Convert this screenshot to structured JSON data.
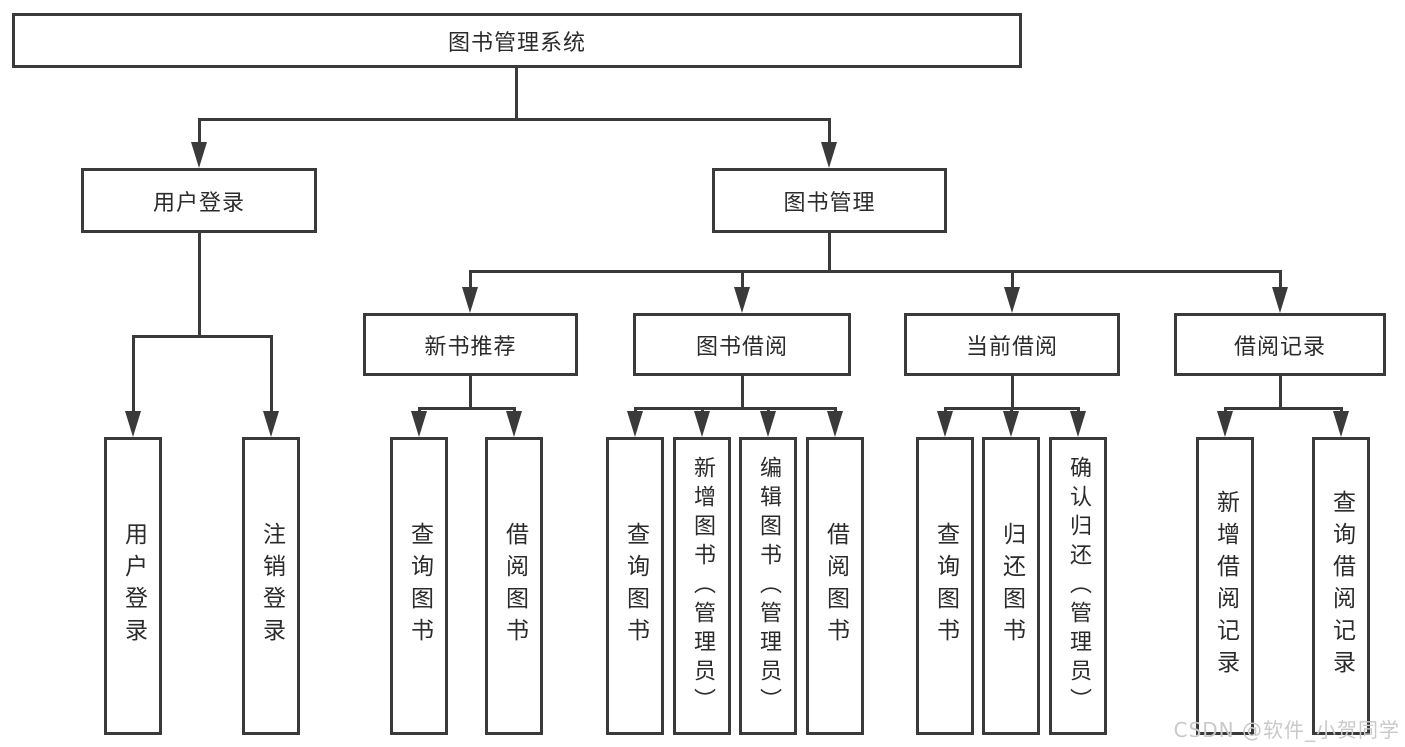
{
  "diagram": {
    "type": "hierarchy-tree",
    "levels": 4
  },
  "nodes": {
    "root": "图书管理系统",
    "user_login": "用户登录",
    "book_mgmt": "图书管理",
    "new_book_rec": "新书推荐",
    "book_borrow": "图书借阅",
    "current_borrow": "当前借阅",
    "borrow_records": "借阅记录",
    "leaf_user_login": "用户登录",
    "leaf_logout": "注销登录",
    "leaf_query_book_rec": "查询图书",
    "leaf_borrow_book_rec": "借阅图书",
    "leaf_query_book_borrow": "查询图书",
    "leaf_add_book": "新增图书（管理员）",
    "leaf_edit_book": "编辑图书（管理员）",
    "leaf_borrow_book_borrow": "借阅图书",
    "leaf_query_book_current": "查询图书",
    "leaf_return_book": "归还图书",
    "leaf_confirm_return": "确认归还（管理员）",
    "leaf_add_record": "新增借阅记录",
    "leaf_query_record": "查询借阅记录"
  },
  "edges": [
    [
      "图书管理系统",
      "用户登录"
    ],
    [
      "图书管理系统",
      "图书管理"
    ],
    [
      "用户登录",
      "用户登录"
    ],
    [
      "用户登录",
      "注销登录"
    ],
    [
      "图书管理",
      "新书推荐"
    ],
    [
      "图书管理",
      "图书借阅"
    ],
    [
      "图书管理",
      "当前借阅"
    ],
    [
      "图书管理",
      "借阅记录"
    ],
    [
      "新书推荐",
      "查询图书"
    ],
    [
      "新书推荐",
      "借阅图书"
    ],
    [
      "图书借阅",
      "查询图书"
    ],
    [
      "图书借阅",
      "新增图书（管理员）"
    ],
    [
      "图书借阅",
      "编辑图书（管理员）"
    ],
    [
      "图书借阅",
      "借阅图书"
    ],
    [
      "当前借阅",
      "查询图书"
    ],
    [
      "当前借阅",
      "归还图书"
    ],
    [
      "当前借阅",
      "确认归还（管理员）"
    ],
    [
      "借阅记录",
      "新增借阅记录"
    ],
    [
      "借阅记录",
      "查询借阅记录"
    ]
  ],
  "watermark": {
    "text": "CSDN @软件_小贺同学"
  },
  "colors": {
    "line": "#3a3a3a",
    "text": "#2b2b2b",
    "background": "#ffffff",
    "watermark": "#c9c9c9"
  }
}
